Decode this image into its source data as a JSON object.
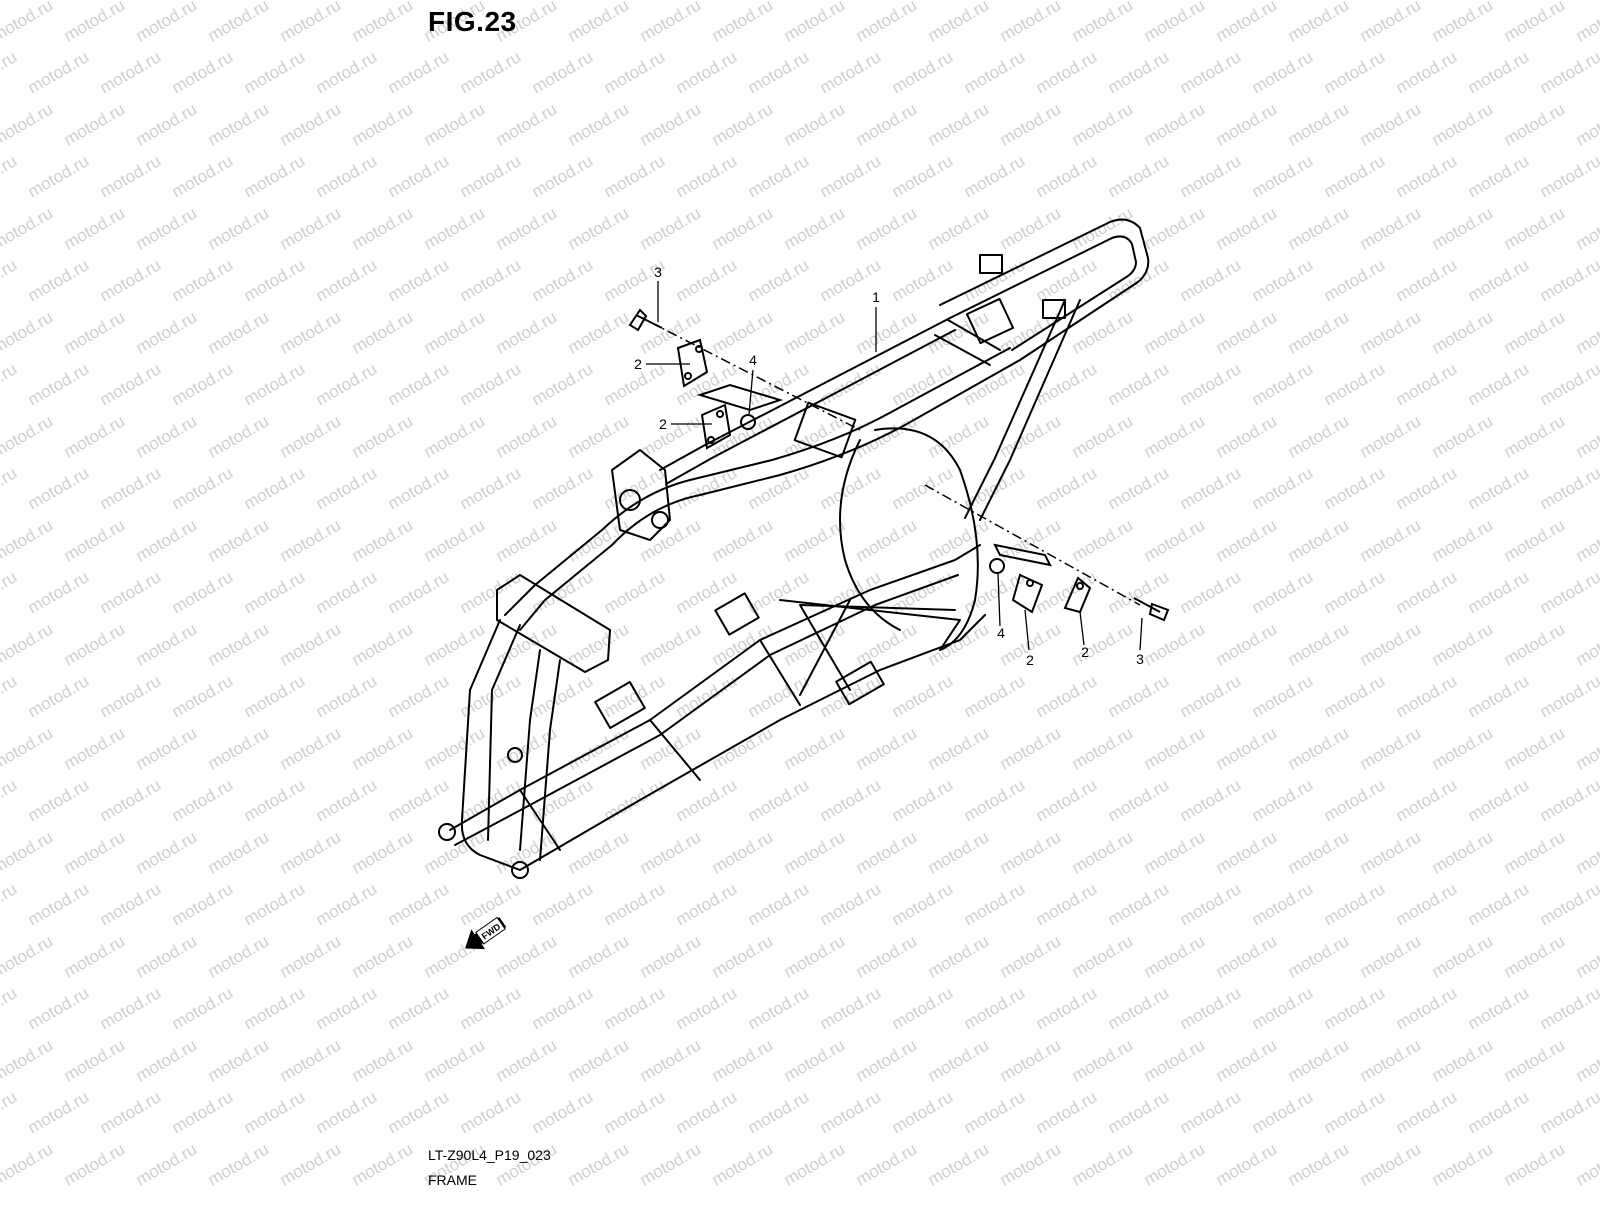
{
  "figure": {
    "title": "FIG.23",
    "drawing_code": "LT-Z90L4_P19_023",
    "caption": "FRAME",
    "fwd_label": "FWD",
    "watermark": "motod.ru"
  },
  "callouts": [
    {
      "id": "c1",
      "label": "1"
    },
    {
      "id": "c3a",
      "label": "3"
    },
    {
      "id": "c2a",
      "label": "2"
    },
    {
      "id": "c4a",
      "label": "4"
    },
    {
      "id": "c2b",
      "label": "2"
    },
    {
      "id": "c4b",
      "label": "4"
    },
    {
      "id": "c2c",
      "label": "2"
    },
    {
      "id": "c2d",
      "label": "2"
    },
    {
      "id": "c3b",
      "label": "3"
    }
  ],
  "colors": {
    "line": "#000000",
    "watermark": "#cfcfcf",
    "background": "#ffffff"
  }
}
